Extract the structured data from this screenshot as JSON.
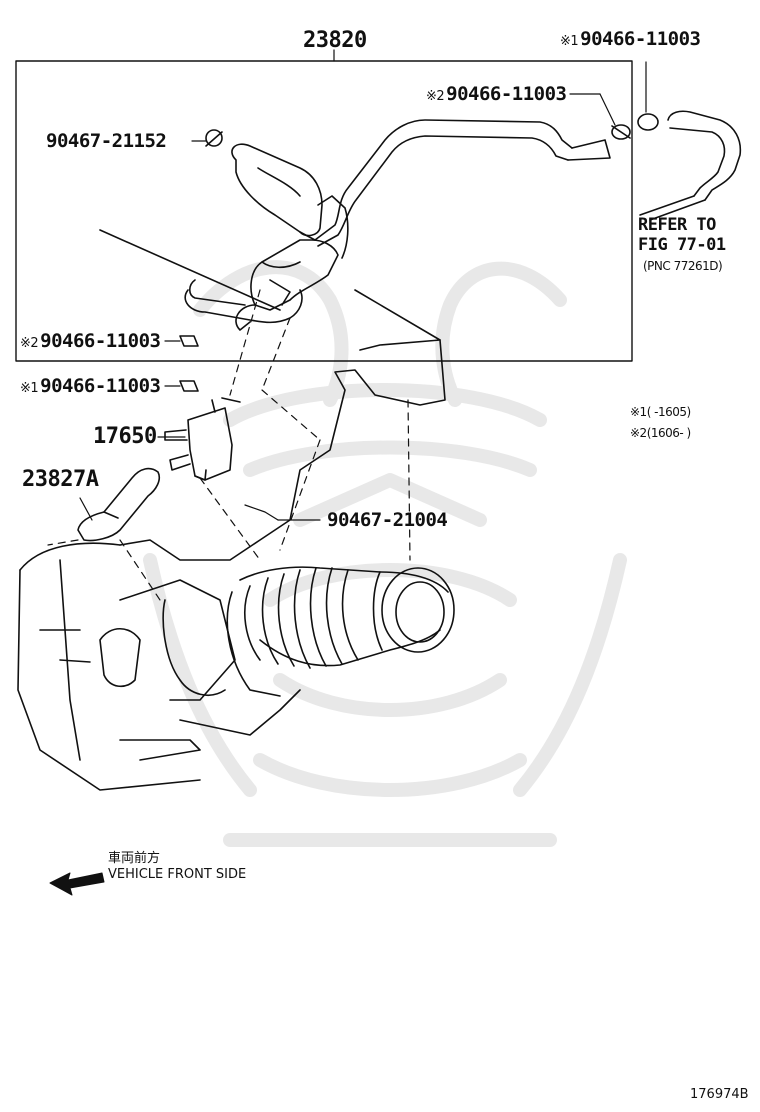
{
  "colors": {
    "line": "#111111",
    "watermark": "#e9e9e9",
    "background": "#ffffff"
  },
  "labels": {
    "assy_23820": "23820",
    "mark1": "※1",
    "mark2": "※2",
    "clip_top_right": "90466-11003",
    "clip_upper_mid": "90466-11003",
    "clamp_90467_21152": "90467-21152",
    "clip_left_box": "90466-11003",
    "clip_left_below": "90466-11003",
    "vsv_17650": "17650",
    "hose_23827A": "23827A",
    "clamp_90467_21004": "90467-21004",
    "refer_line1": "REFER TO",
    "refer_line2": "FIG 77-01",
    "refer_line3": "(PNC 77261D)"
  },
  "notes": {
    "note1": "※1(    -1605)",
    "note2": "※2(1606-    )"
  },
  "direction": {
    "japanese": "車両前方",
    "english": "VEHICLE FRONT SIDE"
  },
  "figure_number": "176974B",
  "icons": {
    "front_arrow": "arrow-left-icon",
    "watermark": "samurai-helmet-watermark-icon"
  }
}
